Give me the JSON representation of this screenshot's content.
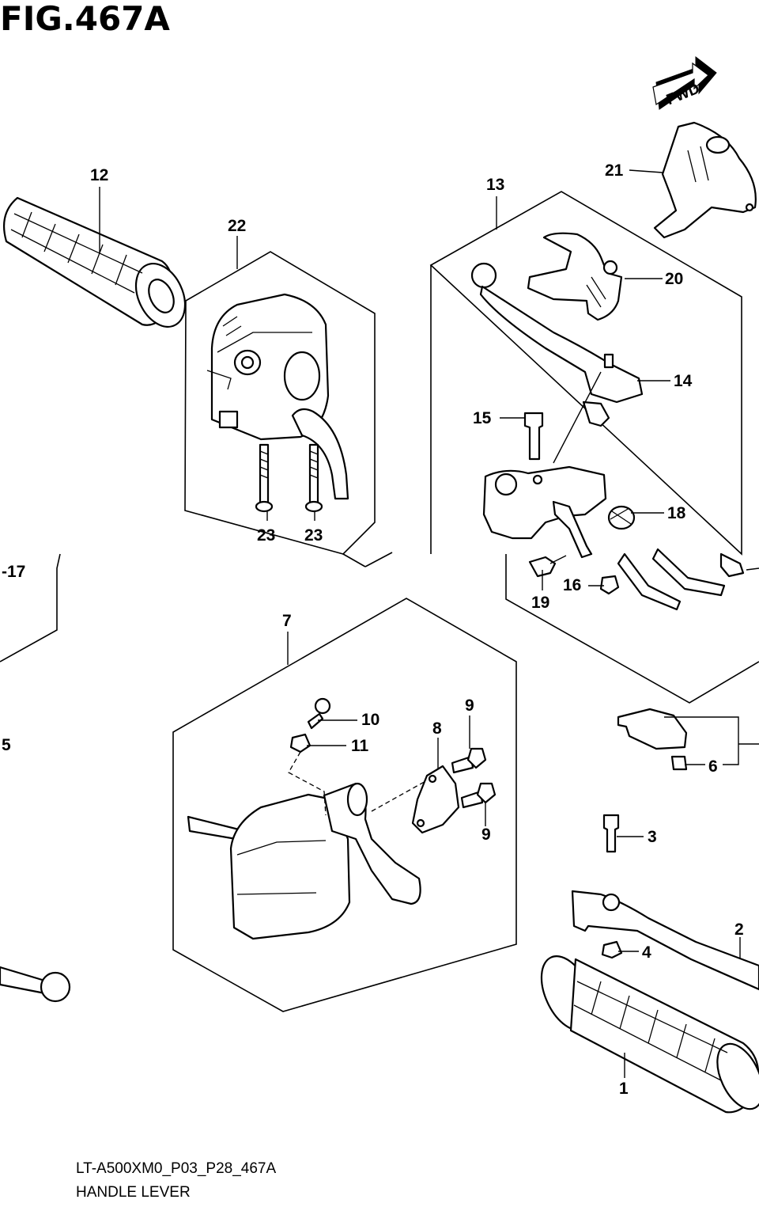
{
  "figure": {
    "title": "FIG.467A",
    "direction_badge": "FWD",
    "model_code": "LT-A500XM0_P03_P28_467A",
    "section_name": "HANDLE LEVER"
  },
  "callouts": {
    "c1": "1",
    "c2": "2",
    "c3": "3",
    "c4": "4",
    "c5": "5",
    "c6": "6",
    "c7": "7",
    "c8": "8",
    "c9a": "9",
    "c9b": "9",
    "c10": "10",
    "c11": "11",
    "c12": "12",
    "c13": "13",
    "c14": "14",
    "c15": "15",
    "c16": "16",
    "c17": "-17",
    "c18": "18",
    "c19": "19",
    "c20": "20",
    "c21": "21",
    "c22": "22",
    "c23a": "23",
    "c23b": "23"
  }
}
